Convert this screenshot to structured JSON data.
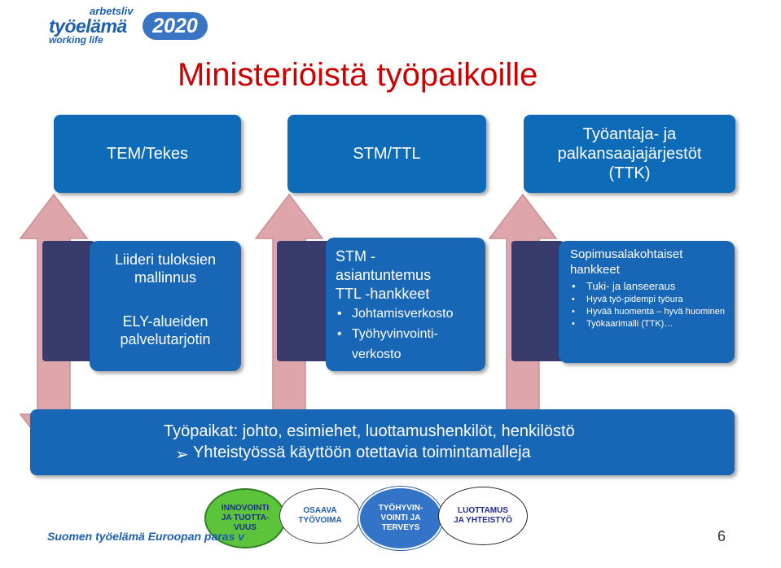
{
  "logo": {
    "line1": "arbetsliv",
    "line2": "työelämä",
    "line3": "working life",
    "year": "2020"
  },
  "title": "Ministeriöistä työpaikoille",
  "headers": [
    {
      "label": "TEM/Tekes"
    },
    {
      "label": "STM/TTL"
    },
    {
      "label_lines": [
        "Työantaja- ja",
        "palkansaajajärjestöt",
        "(TTK)"
      ]
    }
  ],
  "middle": {
    "col1": {
      "line1": "Liideri tuloksien",
      "line2": "mallinnus",
      "line3": "ELY-alueiden",
      "line4": "palvelutarjotin"
    },
    "col2": {
      "lines": [
        "STM -",
        "asiantuntemus",
        "TTL -hankkeet"
      ],
      "bullets": [
        "Johtamisverkosto",
        "Työhyvinvointi-",
        "verkosto"
      ]
    },
    "col3": {
      "lines": [
        "Sopimusalakohtaiset",
        "hankkeet"
      ],
      "bullets": [
        "Tuki- ja lanseeraus",
        "Hyvä työ-pidempi työura",
        "Hyvää huomenta – hyvä huominen",
        "Työkaarimalli (TTK)…"
      ]
    }
  },
  "bottom": {
    "line1": "Työpaikat: johto, esimiehet, luottamushenkilöt, henkilöstö",
    "arrow_glyph": "➢",
    "line2": "Yhteistyössä käyttöön otettavia toimintamalleja"
  },
  "ovals": [
    {
      "text_lines": [
        "INNOVOINTI",
        "JA TUOTTA-",
        "VUUS"
      ],
      "fill": "#5cc43a",
      "text_color": "#1f2d8f"
    },
    {
      "text_lines": [
        "OSAAVA",
        "TYÖVOIMA"
      ],
      "fill": "#ffffff",
      "text_color": "#1f5fb0"
    },
    {
      "text_lines": [
        "TYÖHYVIN-",
        "VOINTI JA",
        "TERVEYS"
      ],
      "fill": "#3474c8",
      "text_color": "#ffffff"
    },
    {
      "text_lines": [
        "LUOTTAMUS",
        "JA YHTEISTYÖ"
      ],
      "fill": "#ffffff",
      "text_color": "#1f2d8f"
    }
  ],
  "footer": {
    "slogan": "Suomen työelämä Euroopan paras v",
    "page_number": "6"
  },
  "colors": {
    "title": "#cc0000",
    "box_blue": "#0d6bb8",
    "dark_bar": "#393b6c",
    "arrow_fill": "#dea6aa",
    "arrow_stroke": "#c98e93"
  }
}
